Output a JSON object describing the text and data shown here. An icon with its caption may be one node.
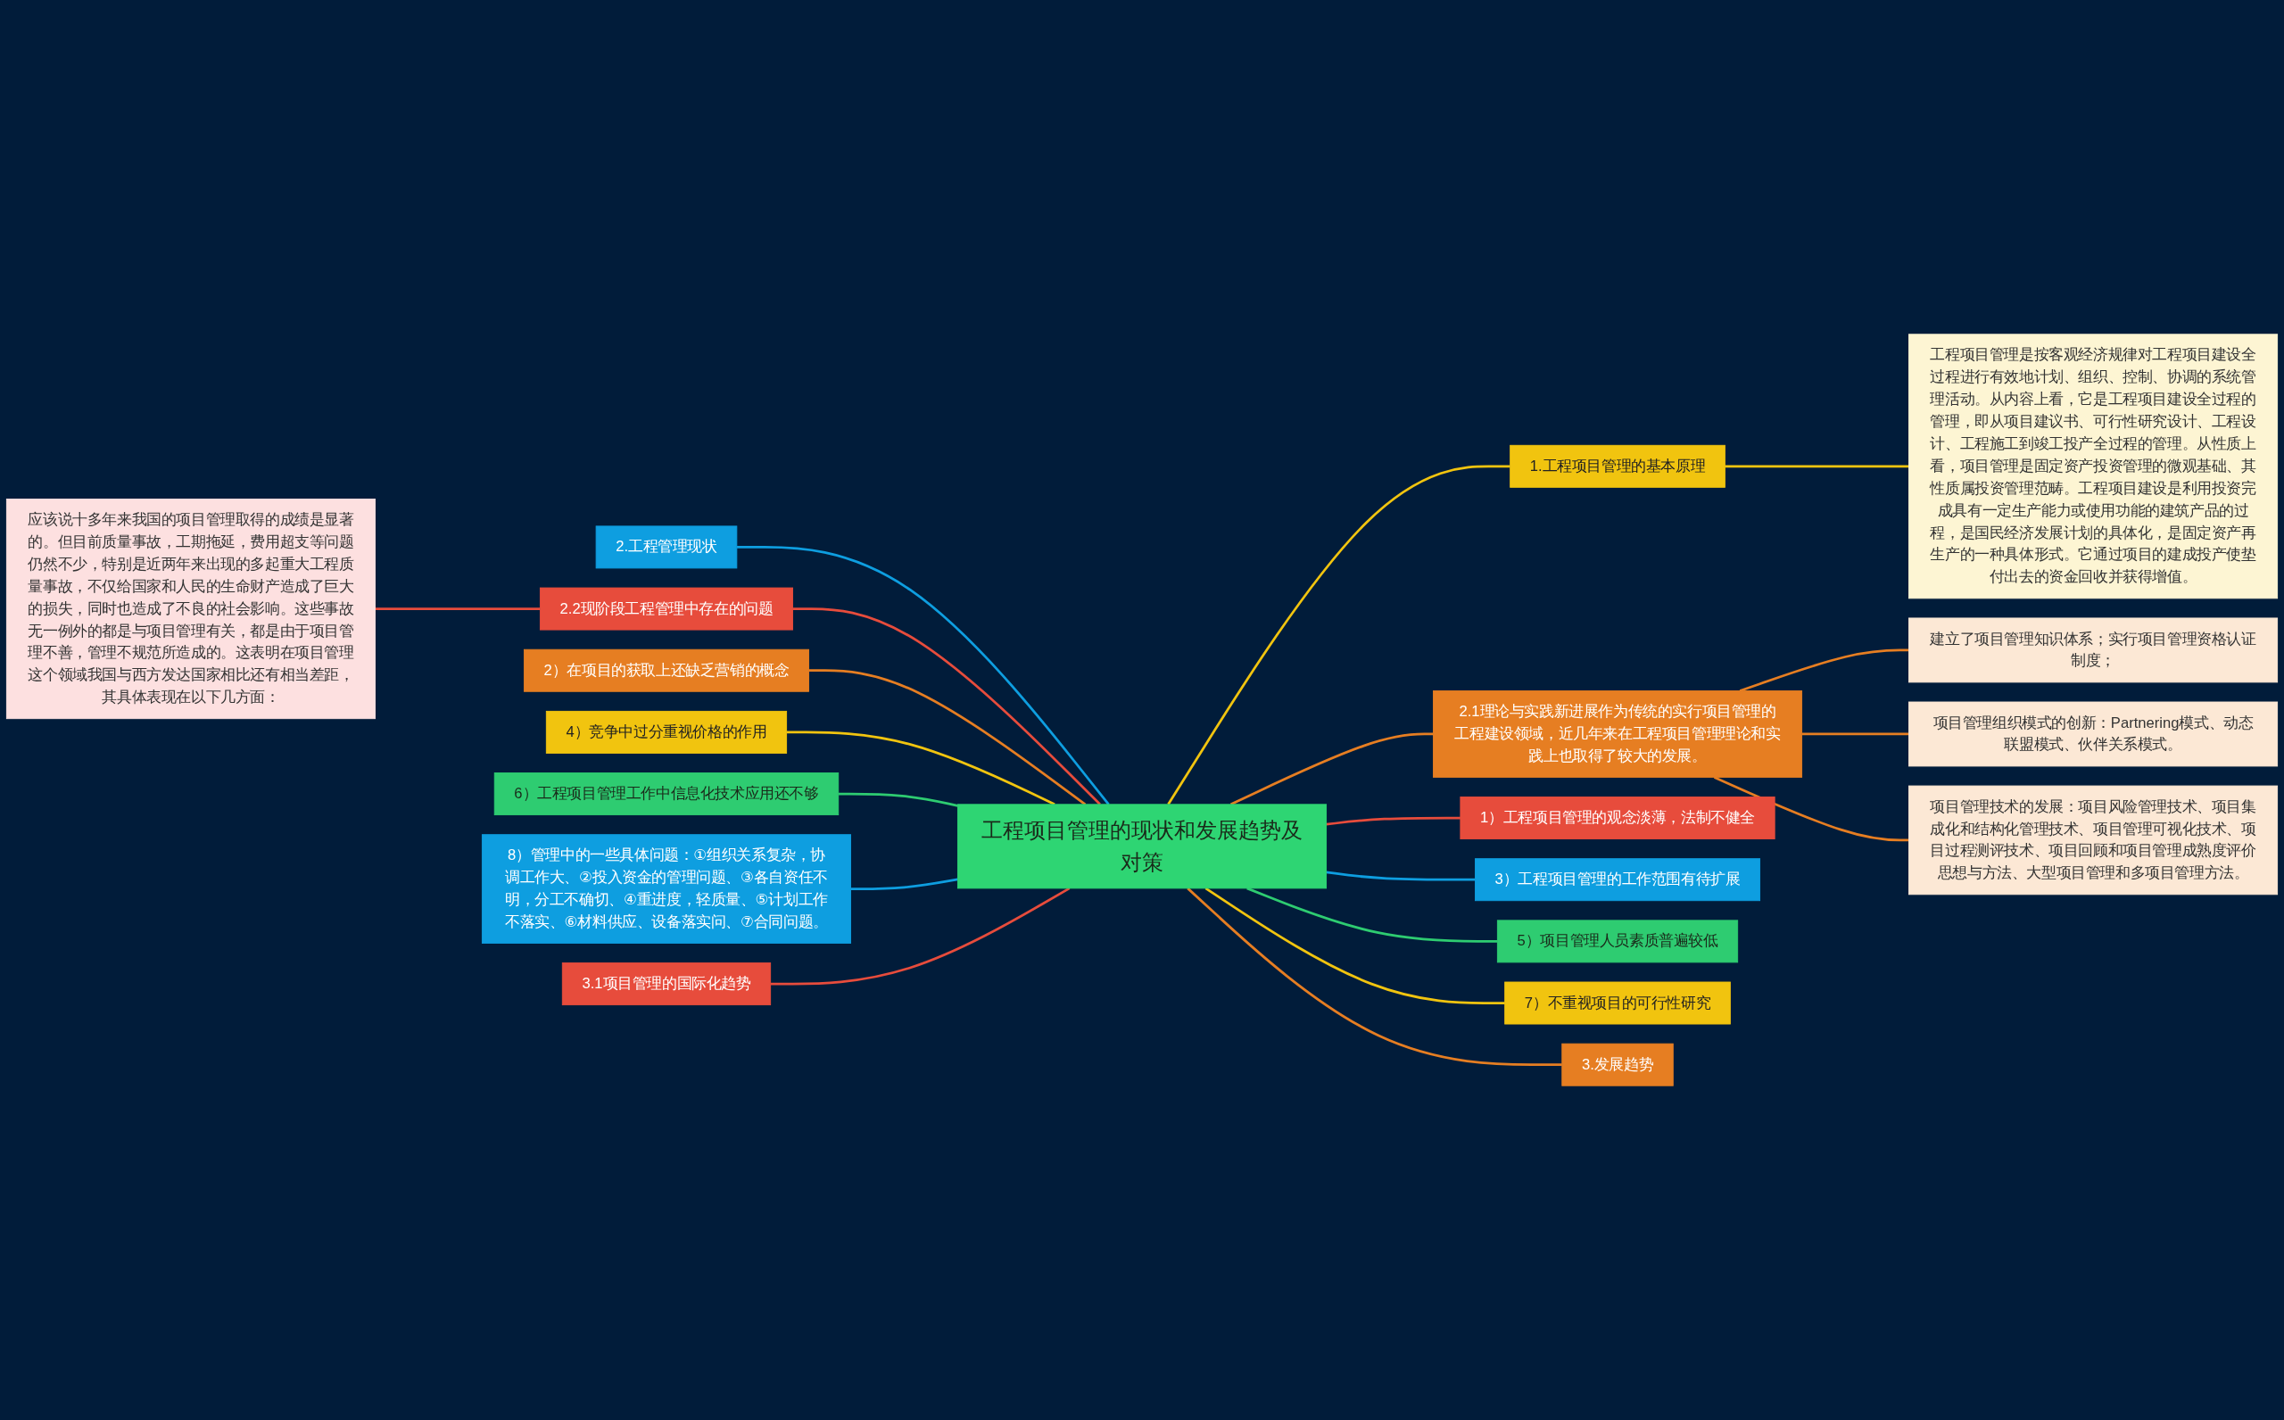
{
  "diagram": {
    "nodes": [
      {
        "text": [
          "工程项目管理的现状和发展趋势及对策"
        ]
      },
      {
        "text": [
          "1.工程项目管理的基本原理"
        ]
      },
      {
        "text": [
          "工程项目管理是按客观经济规律对工程项目建设全过程进行有效地计划、组织、控制、协调的系统管理活动。从内容上看，它是工程项目建设全过程的管理，即从项目建议书、可行性研究设计、工程设计、工程施工到竣工投产全过程的管理。从性质上看，项目管理是固定资产投资管理的微观基础、其性质属投资管理范畴。工程项目建设是利用投资完成具有一定生产能力或使用功能的建筑产品的过程，是国民经济发展计划的具体化，是固定资产再生产的一种具体形式。它通过项目的建成投产使垫付出去的资金回收并获得增值。"
        ]
      },
      {
        "text": [
          "2.1理论与实践新进展作为传统的实行项目管理的工程建设领域，近几年来在工程项目管理理论和实践上也取得了较大的发展。"
        ]
      },
      {
        "text": [
          "建立了项目管理知识体系；实行项目管理资格认证制度；"
        ]
      },
      {
        "text": [
          "项目管理组织模式的创新：Partnering模式、动态联盟模式、伙伴关系模式。"
        ]
      },
      {
        "text": [
          "项目管理技术的发展：项目风险管理技术、项目集成化和结构化管理技术、项目管理可视化技术、项目过程测评技术、项目回顾和项目管理成熟度评价思想与方法、大型项目管理和多项目管理方法。"
        ]
      },
      {
        "text": [
          "1）工程项目管理的观念淡薄，法制不健全"
        ]
      },
      {
        "text": [
          "3）工程项目管理的工作范围有待扩展"
        ]
      },
      {
        "text": [
          "5）项目管理人员素质普遍较低"
        ]
      },
      {
        "text": [
          "7）不重视项目的可行性研究"
        ]
      },
      {
        "text": [
          "3.发展趋势"
        ]
      },
      {
        "text": [
          "2.工程管理现状"
        ]
      },
      {
        "text": [
          "2.2现阶段工程管理中存在的问题"
        ]
      },
      {
        "text": [
          "应该说十多年来我国的项目管理取得的成绩是显著的。但目前质量事故，工期拖延，费用超支等问题仍然不少，特别是近两年来出现的多起重大工程质量事故，不仅给国家和人民的生命财产造成了巨大的损失，同时也造成了不良的社会影响。这些事故无一例外的都是与项目管理有关，都是由于项目管理不善，管理不规范所造成的。这表明在项目管理这个领域我国与西方发达国家相比还有相当差距，其具体表现在以下几方面："
        ]
      },
      {
        "text": [
          "2）在项目的获取上还缺乏营销的概念"
        ]
      },
      {
        "text": [
          "4）竞争中过分重视价格的作用"
        ]
      },
      {
        "text": [
          "6）工程项目管理工作中信息化技术应用还不够"
        ]
      },
      {
        "text": [
          "8）管理中的一些具体问题：①组织关系复杂，协调工作大、②投入资金的管理问题、③各自资任不明，分工不确切、④重进度，轻质量、⑤计划工作不落实、⑥材料供应、设备落实问、⑦合同问题。"
        ]
      },
      {
        "text": [
          "3.1项目管理的国际化趋势"
        ]
      }
    ],
    "edges": [
      {
        "from": 0,
        "to": 1,
        "arrow": "none",
        "color": "#f1c40f"
      },
      {
        "from": 1,
        "to": 2,
        "arrow": "none",
        "color": "#f1c40f"
      },
      {
        "from": 0,
        "to": 3,
        "arrow": "none",
        "color": "#e67e22"
      },
      {
        "from": 3,
        "to": 4,
        "arrow": "none",
        "color": "#e67e22"
      },
      {
        "from": 3,
        "to": 5,
        "arrow": "none",
        "color": "#e67e22"
      },
      {
        "from": 3,
        "to": 6,
        "arrow": "none",
        "color": "#e67e22"
      },
      {
        "from": 0,
        "to": 7,
        "arrow": "none",
        "color": "#e74c3c"
      },
      {
        "from": 0,
        "to": 8,
        "arrow": "none",
        "color": "#0e9ee0"
      },
      {
        "from": 0,
        "to": 9,
        "arrow": "none",
        "color": "#2ecc71"
      },
      {
        "from": 0,
        "to": 10,
        "arrow": "none",
        "color": "#f1c40f"
      },
      {
        "from": 0,
        "to": 11,
        "arrow": "none",
        "color": "#e67e22"
      },
      {
        "from": 12,
        "to": 0,
        "arrow": "none",
        "color": "#0e9ee0"
      },
      {
        "from": 13,
        "to": 0,
        "arrow": "none",
        "color": "#e74c3c"
      },
      {
        "from": 14,
        "to": 13,
        "arrow": "none",
        "color": "#e74c3c"
      },
      {
        "from": 15,
        "to": 0,
        "arrow": "none",
        "color": "#e67e22"
      },
      {
        "from": 16,
        "to": 0,
        "arrow": "none",
        "color": "#f1c40f"
      },
      {
        "from": 17,
        "to": 0,
        "arrow": "none",
        "color": "#2ecc71"
      },
      {
        "from": 18,
        "to": 0,
        "arrow": "none",
        "color": "#0e9ee0"
      },
      {
        "from": 19,
        "to": 0,
        "arrow": "none",
        "color": "#e74c3c"
      }
    ]
  }
}
